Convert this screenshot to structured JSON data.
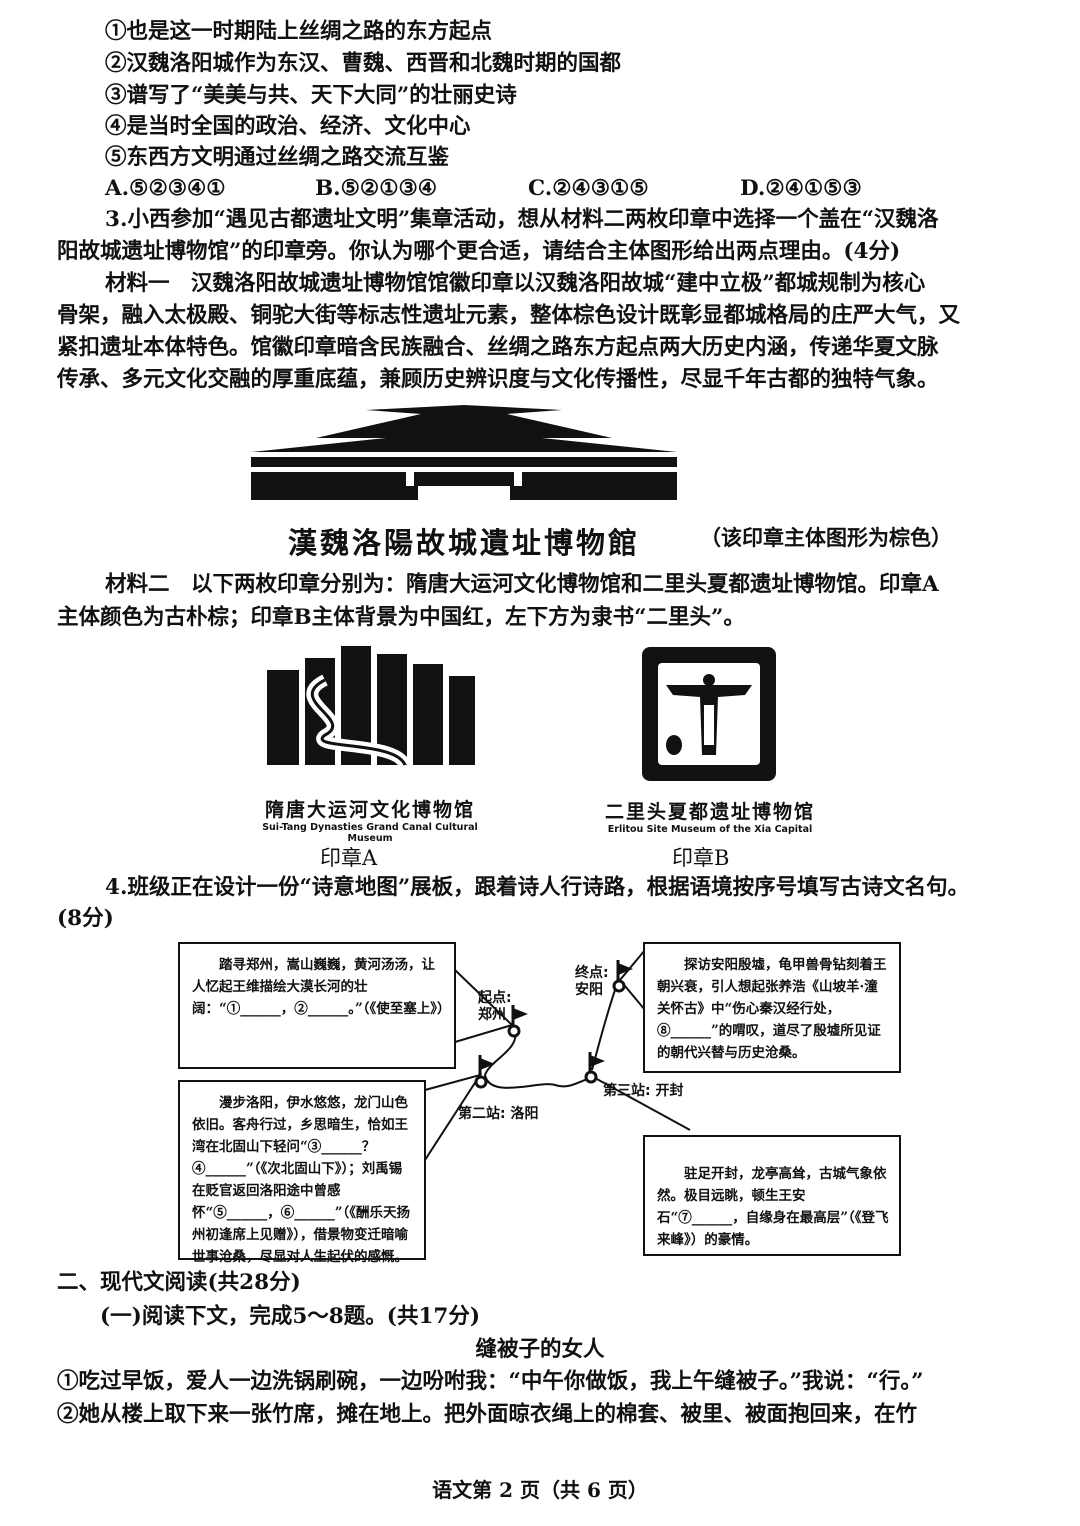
{
  "q2": {
    "items": [
      "①也是这一时期陆上丝绸之路的东方起点",
      "②汉魏洛阳城作为东汉、曹魏、西晋和北魏时期的国都",
      "③谱写了“美美与共、天下大同”的壮丽史诗",
      "④是当时全国的政治、经济、文化中心",
      "⑤东西方文明通过丝绸之路交流互鉴"
    ],
    "options": [
      "A.⑤②③④①",
      "B.⑤②①③④",
      "C.②④③①⑤",
      "D.②④①⑤③"
    ]
  },
  "q3": {
    "lines": [
      "3.小西参加“遇见古都遗址文明”集章活动，想从材料二两枚印章中选择一个盖在“汉魏洛",
      "阳故城遗址博物馆”的印章旁。你认为哪个更合适，请结合主体图形给出两点理由。(4分)"
    ],
    "material1": [
      "材料一　汉魏洛阳故城遗址博物馆馆徽印章以汉魏洛阳故城“建中立极”都城规制为核心",
      "骨架，融入太极殿、铜驼大街等标志性遗址元素，整体棕色设计既彰显都城格局的庄严大气，又",
      "紧扣遗址本体特色。馆徽印章暗含民族融合、丝绸之路东方起点两大历史内涵，传递华夏文脉",
      "传承、多元文化交融的厚重底蕴，兼顾历史辨识度与文化传播性，尽显千年古都的独特气象。"
    ],
    "seal_main": {
      "name": "漢魏洛陽故城遺址博物館",
      "note": "（该印章主体图形为棕色）",
      "color": "#111111"
    },
    "material2": [
      "材料二　以下两枚印章分别为：隋唐大运河文化博物馆和二里头夏都遗址博物馆。印章A",
      "主体颜色为古朴棕；印章B主体背景为中国红，左下方为隶书“二里头”。"
    ],
    "stamp_a": {
      "cn": "隋唐大运河文化博物馆",
      "en": "Sui-Tang Dynasties Grand Canal Cultural Museum",
      "label": "印章A"
    },
    "stamp_b": {
      "cn": "二里头夏都遗址博物馆",
      "en": "Erlitou Site Museum of the Xia Capital",
      "label": "印章B"
    }
  },
  "q4": {
    "lines": [
      "4.班级正在设计一份“诗意地图”展板，跟着诗人行诗路，根据语境按序号填写古诗文名句。",
      "(8分)"
    ],
    "stations": {
      "start": "起点:\n郑州",
      "second": "第二站: 洛阳",
      "third": "第三站: 开封",
      "end": "终点:\n安阳"
    },
    "boxes": {
      "zhengzhou": "踏寻郑州，嵩山巍巍，黄河汤汤，让人忆起王维描绘大漠长河的壮阔：“①______，②______。”（《使至塞上》）",
      "luoyang": "漫步洛阳，伊水悠悠，龙门山色依旧。客舟行过，乡思暗生，恰如王湾在北固山下轻问“③______？④______”（《次北固山下》）；刘禹锡在贬官返回洛阳途中曾感怀“⑤______，⑥______”（《酬乐天扬州初逢席上见赠》），借景物变迁暗喻世事沧桑，尽显对人生起伏的感慨。",
      "anyang": "探访安阳殷墟，龟甲兽骨钻刻着王朝兴衰，引人想起张养浩《山坡羊·潼关怀古》中“伤心秦汉经行处，⑧______”的喟叹，道尽了殷墟所见证的朝代兴替与历史沧桑。",
      "kaifeng": "驻足开封，龙亭高耸，古城气象依然。极目远眺，顿生王安石“⑦______，自缘身在最高层”（《登飞来峰》）的豪情。"
    }
  },
  "section2": {
    "heading": "二、现代文阅读(共28分)",
    "sub": "(一)阅读下文，完成5～8题。(共17分)",
    "title": "缝被子的女人",
    "paras": [
      "①吃过早饭，爱人一边洗锅刷碗，一边吩咐我：“中午你做饭，我上午缝被子。”我说：“行。”",
      "②她从楼上取下来一张竹席，摊在地上。把外面晾衣绳上的棉套、被里、被面抱回来，在竹"
    ]
  },
  "footer": "语文第 2 页（共 6 页）"
}
